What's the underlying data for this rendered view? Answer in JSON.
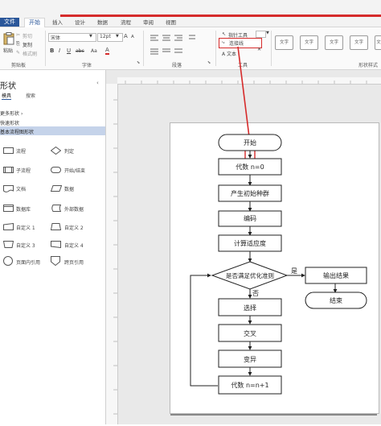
{
  "tabs": {
    "file": "文件",
    "home": "开始",
    "insert": "插入",
    "design": "设计",
    "data": "数据",
    "process": "流程",
    "review": "审阅",
    "view": "视图"
  },
  "ribbon": {
    "clipboard": {
      "paste": "粘贴",
      "cut": "剪切",
      "copy": "复制",
      "format_painter": "格式刷",
      "label": "剪贴板"
    },
    "font": {
      "family": "宋体",
      "size": "12pt",
      "increase": "A",
      "decrease": "A",
      "bold": "B",
      "italic": "I",
      "underline": "U",
      "strike": "abc",
      "aa": "Aa",
      "color": "A",
      "label": "字体"
    },
    "paragraph": {
      "label": "段落"
    },
    "tools": {
      "pointer": "指针工具",
      "connector": "连接线",
      "text": "A 文本",
      "label": "工具"
    },
    "shape_styles": {
      "items": [
        "文字",
        "文字",
        "文字",
        "文字",
        "文字"
      ],
      "label": "形状样式"
    }
  },
  "shapes_panel": {
    "title": "形状",
    "tab_stencils": "模具",
    "tab_search": "搜索",
    "more_shapes": "更多形状",
    "quick_shapes": "快速形状",
    "basic_flowchart": "基本流程图形状",
    "items": [
      "流程",
      "判定",
      "子流程",
      "开始/结束",
      "文档",
      "数据",
      "数据库",
      "外部数据",
      "自定义 1",
      "自定义 2",
      "自定义 3",
      "自定义 4",
      "页面内引用",
      "跨页引用"
    ]
  },
  "flowchart": {
    "start": "开始",
    "counter_init": "代数 n=0",
    "init_pop": "产生初始种群",
    "encode": "编码",
    "fitness": "计算适应度",
    "decision": "是否满足优化准则",
    "yes": "是",
    "no": "否",
    "output": "输出结果",
    "end": "结束",
    "select": "选择",
    "crossover": "交叉",
    "mutation": "变异",
    "counter_inc": "代数 n=n+1"
  },
  "colors": {
    "accent": "#2b579a",
    "highlight": "#d62b2b",
    "selected_row": "#c5d3ea"
  }
}
